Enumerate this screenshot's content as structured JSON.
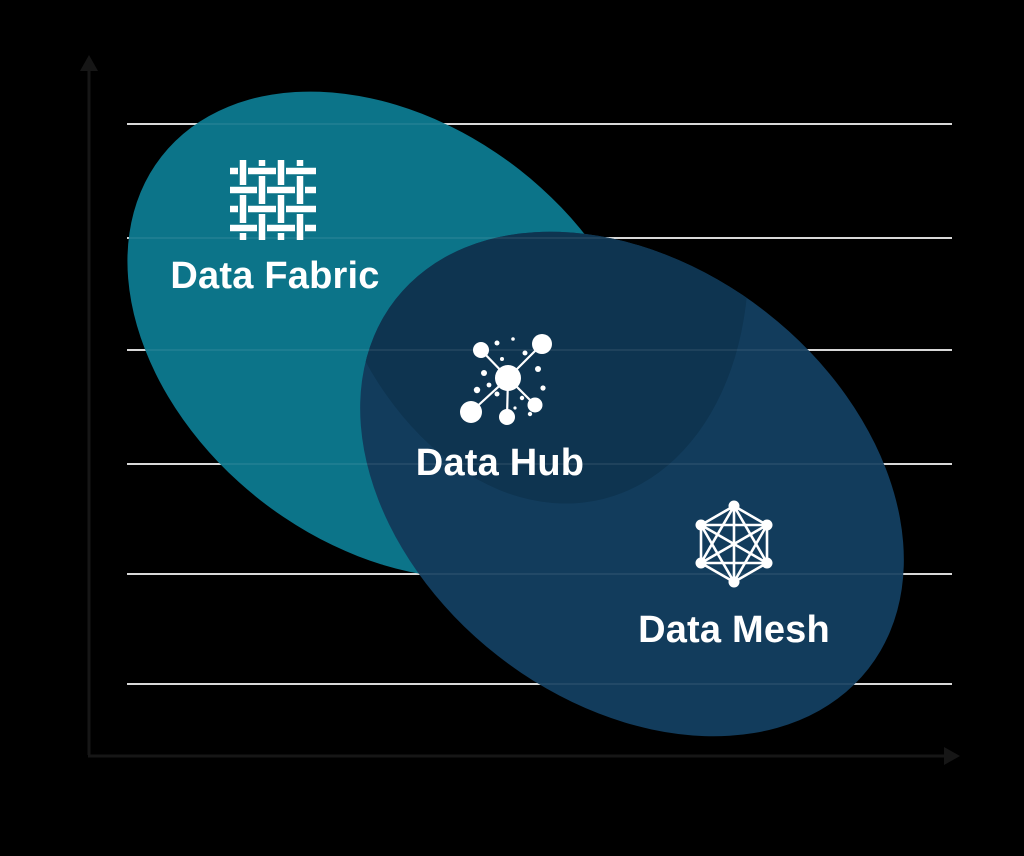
{
  "diagram": {
    "type": "overlapping-ellipse concept diagram on chart axes",
    "regions": [
      {
        "id": "fabric",
        "label": "Data Fabric",
        "icon": "weave-icon",
        "color": "#0C7489"
      },
      {
        "id": "hub",
        "label": "Data Hub",
        "icon": "hub-network-icon",
        "color": "#0E3450"
      },
      {
        "id": "mesh",
        "label": "Data Mesh",
        "icon": "mesh-network-icon",
        "color": "#123C5C"
      }
    ],
    "colors": {
      "background": "#000000",
      "fabric": "#0C7489",
      "mesh": "#123C5C",
      "overlap": "#0E3450",
      "gridline": "#D6D6D6",
      "gridline_overlay": "rgba(255,255,255,0.07)",
      "axis": "#161616",
      "label": "#FFFFFF"
    },
    "gridlines": {
      "count": 6
    },
    "axes": {
      "y_axis": "vertical line with up arrowhead",
      "x_axis": "horizontal line with right arrowhead",
      "axis_labels_visible": false
    }
  }
}
